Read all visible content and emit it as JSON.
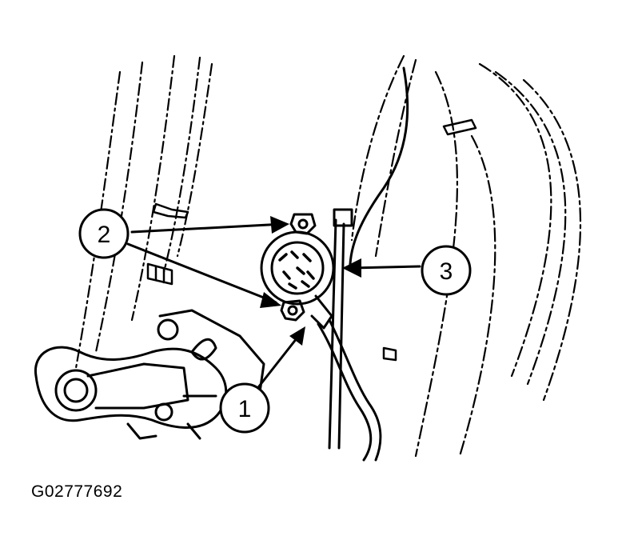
{
  "figure_id": "G02777692",
  "callouts": [
    {
      "label": "1"
    },
    {
      "label": "2"
    },
    {
      "label": "3"
    }
  ],
  "colors": {
    "ink": "#000000",
    "paper": "#ffffff"
  }
}
